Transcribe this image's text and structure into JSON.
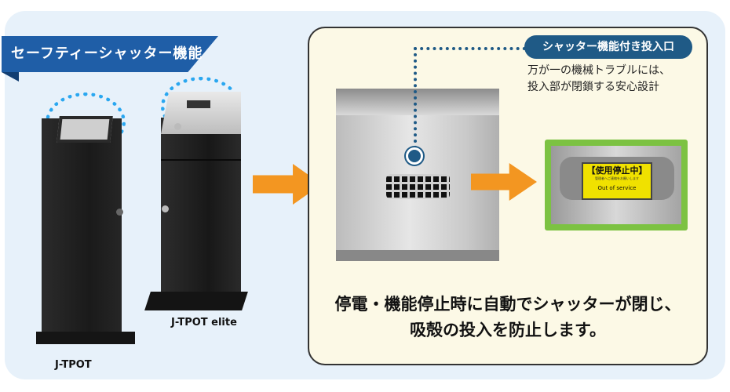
{
  "banner": {
    "title": "セーフティーシャッター機能"
  },
  "products": {
    "left_label": "J-TPOT",
    "right_label": "J-TPOT elite"
  },
  "callout": {
    "tag": "シャッター機能付き投入口",
    "desc_line1": "万が一の機械トラブルには、",
    "desc_line2": "投入部が閉鎖する安心設計"
  },
  "sign": {
    "line1": "【使用停止中】",
    "line2": "管理者へご連絡をお願いします",
    "line3": "Out of service"
  },
  "caption": {
    "line1": "停電・機能停止時に自動でシャッターが閉じ、",
    "line2": "吸殻の投入を防止します。"
  },
  "colors": {
    "banner": "#1f5ea7",
    "arrow": "#f39621",
    "accent_dots": "#2aa7f0",
    "sign_frame": "#7cc242",
    "tag": "#1f5a86"
  }
}
